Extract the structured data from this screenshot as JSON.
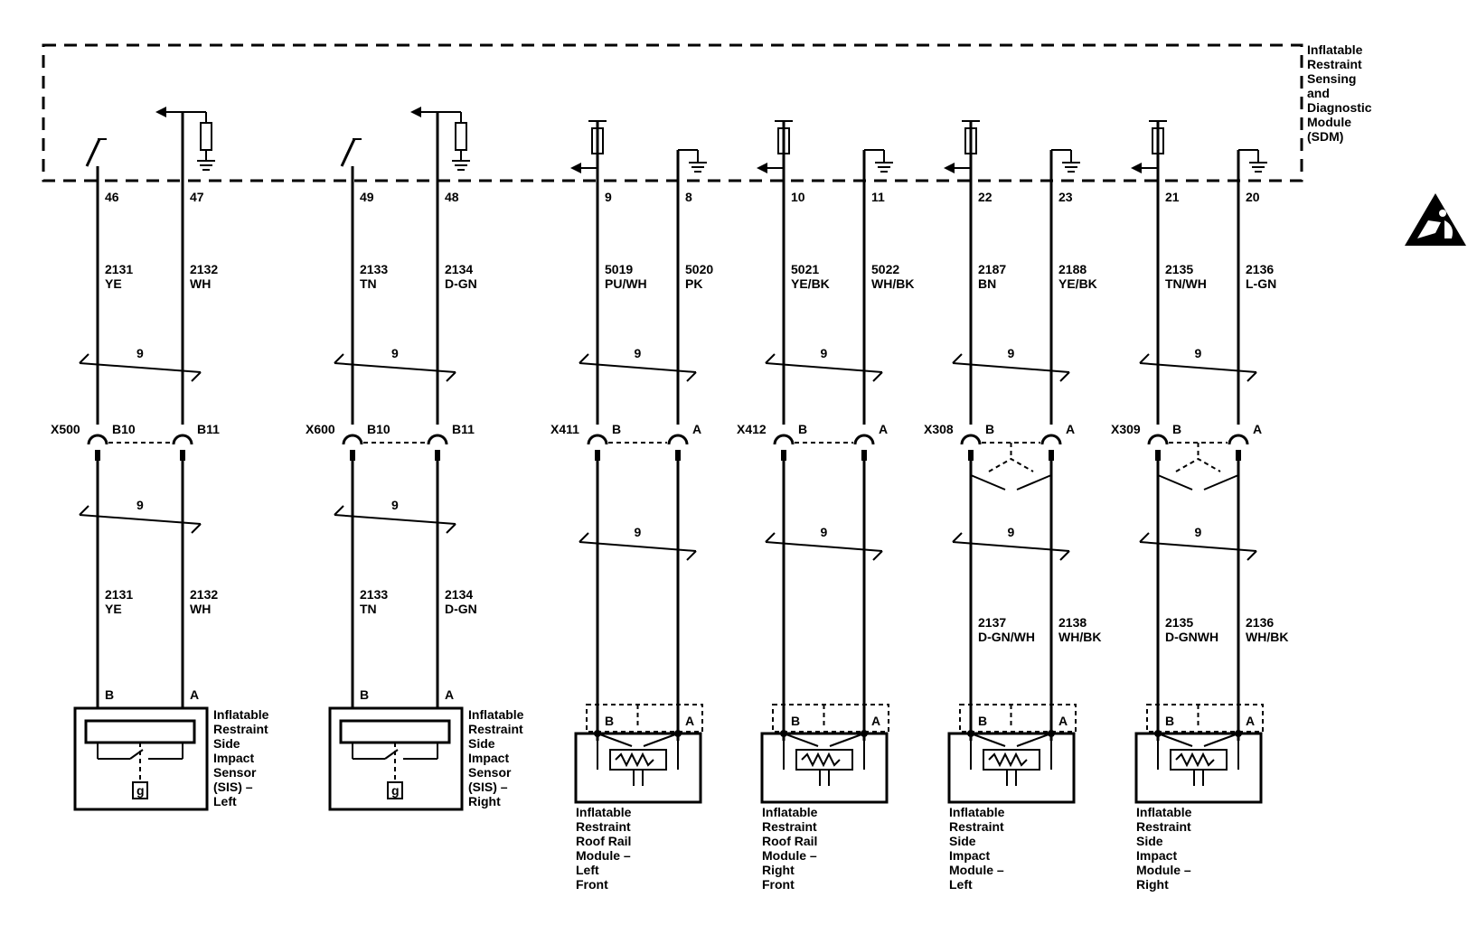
{
  "sdm_label": [
    "Inflatable",
    "Restraint",
    "Sensing",
    "and",
    "Diagnostic",
    "Module",
    "(SDM)"
  ],
  "twist_label": "9",
  "wire_pairs": [
    {
      "pins": [
        "46",
        "47"
      ],
      "circuits_top": [
        [
          "2131",
          "YE"
        ],
        [
          "2132",
          "WH"
        ]
      ],
      "connector": "X500",
      "cavities": [
        "B10",
        "B11"
      ],
      "circuits_bottom": [
        [
          "2131",
          "YE"
        ],
        [
          "2132",
          "WH"
        ]
      ],
      "device_pins": [
        "B",
        "A"
      ],
      "device_type": "sensor",
      "device_label": [
        "Inflatable",
        "Restraint",
        "Side",
        "Impact",
        "Sensor",
        "(SIS) –",
        "Left"
      ]
    },
    {
      "pins": [
        "49",
        "48"
      ],
      "circuits_top": [
        [
          "2133",
          "TN"
        ],
        [
          "2134",
          "D-GN"
        ]
      ],
      "connector": "X600",
      "cavities": [
        "B10",
        "B11"
      ],
      "circuits_bottom": [
        [
          "2133",
          "TN"
        ],
        [
          "2134",
          "D-GN"
        ]
      ],
      "device_pins": [
        "B",
        "A"
      ],
      "device_type": "sensor",
      "device_label": [
        "Inflatable",
        "Restraint",
        "Side",
        "Impact",
        "Sensor",
        "(SIS) –",
        "Right"
      ]
    },
    {
      "pins": [
        "9",
        "8"
      ],
      "circuits_top": [
        [
          "5019",
          "PU/WH"
        ],
        [
          "5020",
          "PK"
        ]
      ],
      "connector": "X411",
      "cavities": [
        "B",
        "A"
      ],
      "circuits_bottom": [],
      "device_pins": [
        "B",
        "A"
      ],
      "device_type": "module",
      "device_label": [
        "Inflatable",
        "Restraint",
        "Roof Rail",
        "Module –",
        "Left",
        "Front"
      ]
    },
    {
      "pins": [
        "10",
        "11"
      ],
      "circuits_top": [
        [
          "5021",
          "YE/BK"
        ],
        [
          "5022",
          "WH/BK"
        ]
      ],
      "connector": "X412",
      "cavities": [
        "B",
        "A"
      ],
      "circuits_bottom": [],
      "device_pins": [
        "B",
        "A"
      ],
      "device_type": "module",
      "device_label": [
        "Inflatable",
        "Restraint",
        "Roof Rail",
        "Module –",
        "Right",
        "Front"
      ]
    },
    {
      "pins": [
        "22",
        "23"
      ],
      "circuits_top": [
        [
          "2187",
          "BN"
        ],
        [
          "2188",
          "YE/BK"
        ]
      ],
      "connector": "X308",
      "cavities": [
        "B",
        "A"
      ],
      "circuits_bottom": [
        [
          "2137",
          "D-GN/WH"
        ],
        [
          "2138",
          "WH/BK"
        ]
      ],
      "device_pins": [
        "B",
        "A"
      ],
      "device_type": "module",
      "device_label": [
        "Inflatable",
        "Restraint",
        "Side",
        "Impact",
        "Module –",
        "Left"
      ]
    },
    {
      "pins": [
        "21",
        "20"
      ],
      "circuits_top": [
        [
          "2135",
          "TN/WH"
        ],
        [
          "2136",
          "L-GN"
        ]
      ],
      "connector": "X309",
      "cavities": [
        "B",
        "A"
      ],
      "circuits_bottom": [
        [
          "2135",
          "D-GNWH"
        ],
        [
          "2136",
          "WH/BK"
        ]
      ],
      "device_pins": [
        "B",
        "A"
      ],
      "device_type": "module",
      "device_label": [
        "Inflatable",
        "Restraint",
        "Side",
        "Impact",
        "Module –",
        "Right"
      ]
    }
  ],
  "icons": [
    "airbag-warning-icon",
    "ground-icon",
    "resistor-icon",
    "switch-icon",
    "squib-icon"
  ]
}
